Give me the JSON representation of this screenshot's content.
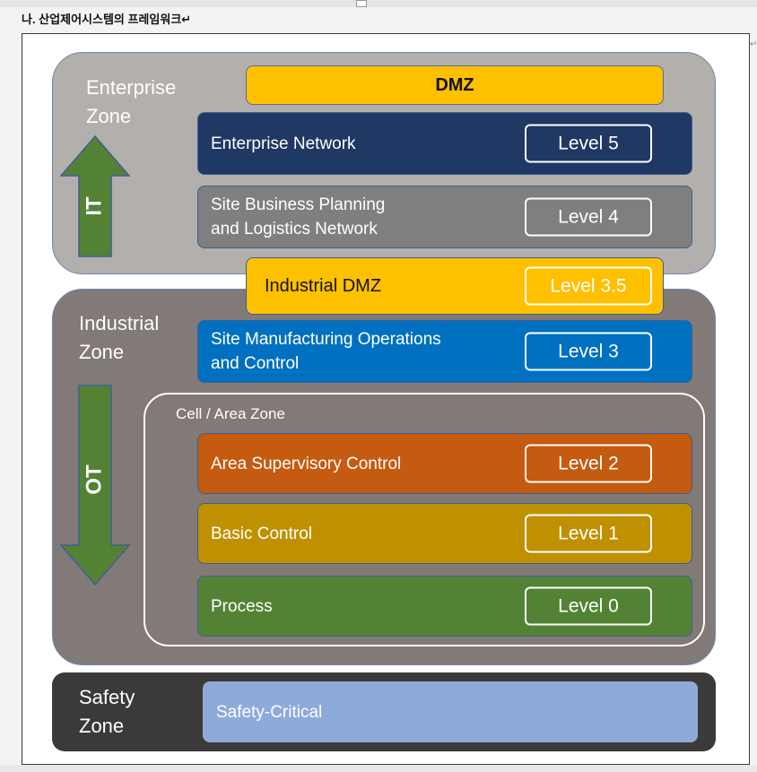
{
  "page": {
    "heading": "나. 산업제어시스템의 프레임워크↵",
    "para_mark": "↵"
  },
  "colors": {
    "enterprise_zone": "#b2afac",
    "industrial_zone": "#817a76",
    "safety_zone": "#3c3a39",
    "dmz": "#ffc000",
    "enterprise_network": "#1f3864",
    "business_planning": "#7f7f7f",
    "manufacturing_ops": "#0070c0",
    "area_supervisory": "#c55a11",
    "basic_control": "#bf9000",
    "process": "#548235",
    "safety_critical": "#8eaadb",
    "arrow_green": "#548235"
  },
  "zones": {
    "enterprise": "Enterprise\nZone",
    "industrial": "Industrial\nZone",
    "safety": "Safety\nZone",
    "cell_area": "Cell / Area Zone"
  },
  "arrows": {
    "it": "IT",
    "ot": "OT"
  },
  "layers": {
    "dmz": "DMZ",
    "enterprise_network": {
      "label": "Enterprise Network",
      "level": "Level 5"
    },
    "business_planning": {
      "label": "Site Business Planning\nand Logistics Network",
      "level": "Level 4"
    },
    "industrial_dmz": {
      "label": "Industrial DMZ",
      "level": "Level 3.5"
    },
    "manufacturing_ops": {
      "label": "Site Manufacturing Operations\nand Control",
      "level": "Level 3"
    },
    "area_supervisory": {
      "label": "Area Supervisory Control",
      "level": "Level 2"
    },
    "basic_control": {
      "label": "Basic Control",
      "level": "Level 1"
    },
    "process": {
      "label": "Process",
      "level": "Level 0"
    },
    "safety_critical": "Safety-Critical"
  }
}
